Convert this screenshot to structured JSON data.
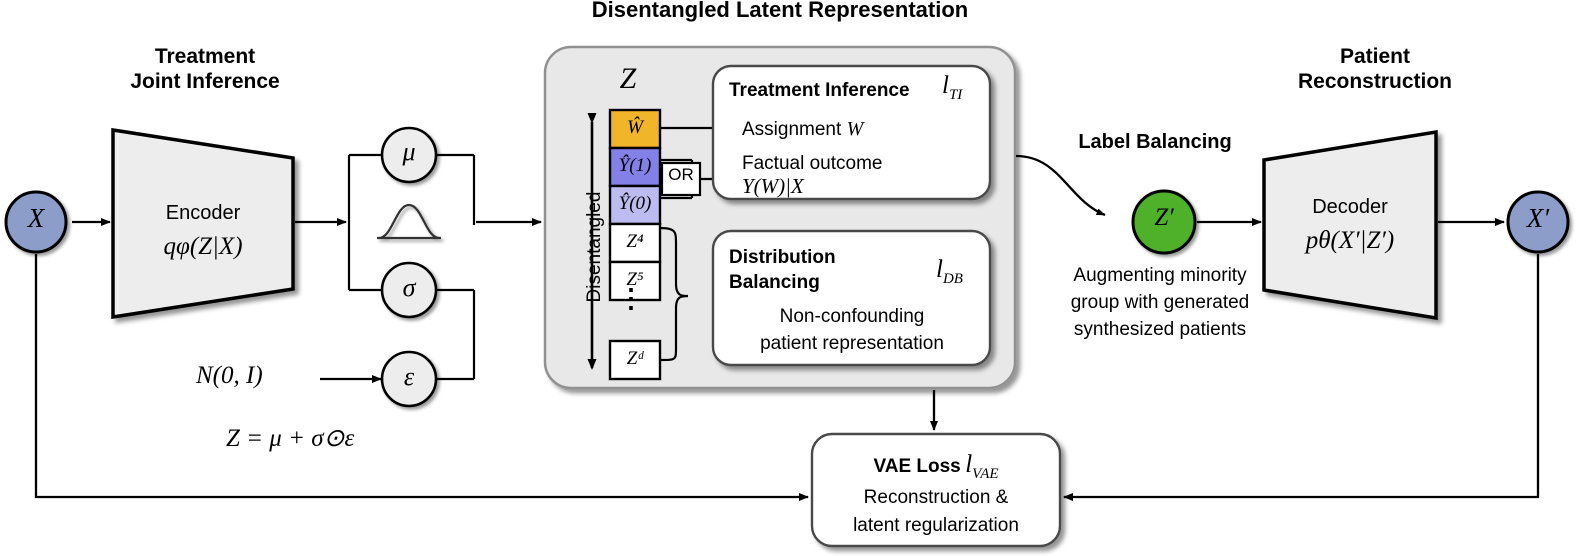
{
  "diagram": {
    "title_center": "Disentangled Latent Representation",
    "headers": {
      "left": "Treatment\nJoint Inference",
      "left_line1": "Treatment",
      "left_line2": "Joint Inference",
      "right_line1": "Patient",
      "right_line2": "Reconstruction",
      "label_balancing": "Label Balancing"
    },
    "nodes": {
      "input_x": "X",
      "output_x_prime": "X′",
      "z_prime": "Z′",
      "mu": "μ",
      "sigma": "σ",
      "epsilon": "ε"
    },
    "encoder": {
      "label": "Encoder",
      "formula": "qφ(Z|X)",
      "formula_base": "q",
      "formula_sub": "φ",
      "formula_rest": "(Z|X)"
    },
    "decoder": {
      "label": "Decoder",
      "formula": "pθ(X′|Z′)",
      "formula_base": "p",
      "formula_sub": "θ",
      "formula_rest": "(X′|Z′)"
    },
    "prior_label": "N(0, I)",
    "reparam_equation": "Z = μ + σ⊙ε",
    "latent": {
      "vector_label": "Z",
      "axis_label": "Disentangled",
      "or_label": "OR",
      "dots": "⋮",
      "cells": [
        {
          "label": "Ŵ",
          "color": "#F0B528",
          "text_color": "#000000"
        },
        {
          "label": "Ŷ(1)",
          "color": "#8380E8",
          "text_color": "#000000"
        },
        {
          "label": "Ŷ(0)",
          "color": "#BDBCF0",
          "text_color": "#000000"
        },
        {
          "label": "Z⁴",
          "color": "#FFFFFF",
          "text_color": "#000000"
        },
        {
          "label": "Z⁵",
          "color": "#FFFFFF",
          "text_color": "#000000"
        },
        {
          "label": "Zᵈ",
          "color": "#FFFFFF",
          "text_color": "#000000"
        }
      ]
    },
    "treatment_inference": {
      "title": "Treatment Inference",
      "loss_symbol": "l",
      "loss_sub": "TI",
      "line1": "Assignment W",
      "line1_text": "Assignment",
      "line1_var": "W",
      "line2": "Factual outcome",
      "line3": "Y(W)|X"
    },
    "distribution_balancing": {
      "title_line1": "Distribution",
      "title_line2": "Balancing",
      "loss_symbol": "l",
      "loss_sub": "DB",
      "body_line1": "Non-confounding",
      "body_line2": "patient representation"
    },
    "label_balancing_caption": {
      "line1": "Augmenting minority",
      "line2": "group with generated",
      "line3": "synthesized patients"
    },
    "vae_loss": {
      "title": "VAE Loss",
      "loss_symbol": "l",
      "loss_sub": "VAE",
      "body_line1": "Reconstruction &",
      "body_line2": "latent regularization"
    },
    "colors": {
      "node_blue": "#8B9DC8",
      "node_green": "#4FB02C",
      "cell_orange": "#F0B528",
      "cell_blue": "#8380E8",
      "cell_lavender": "#BDBCF0",
      "panel_grey": "#E8E8E8",
      "trapezoid_grey": "#EDEDED",
      "stroke": "#000000"
    }
  }
}
